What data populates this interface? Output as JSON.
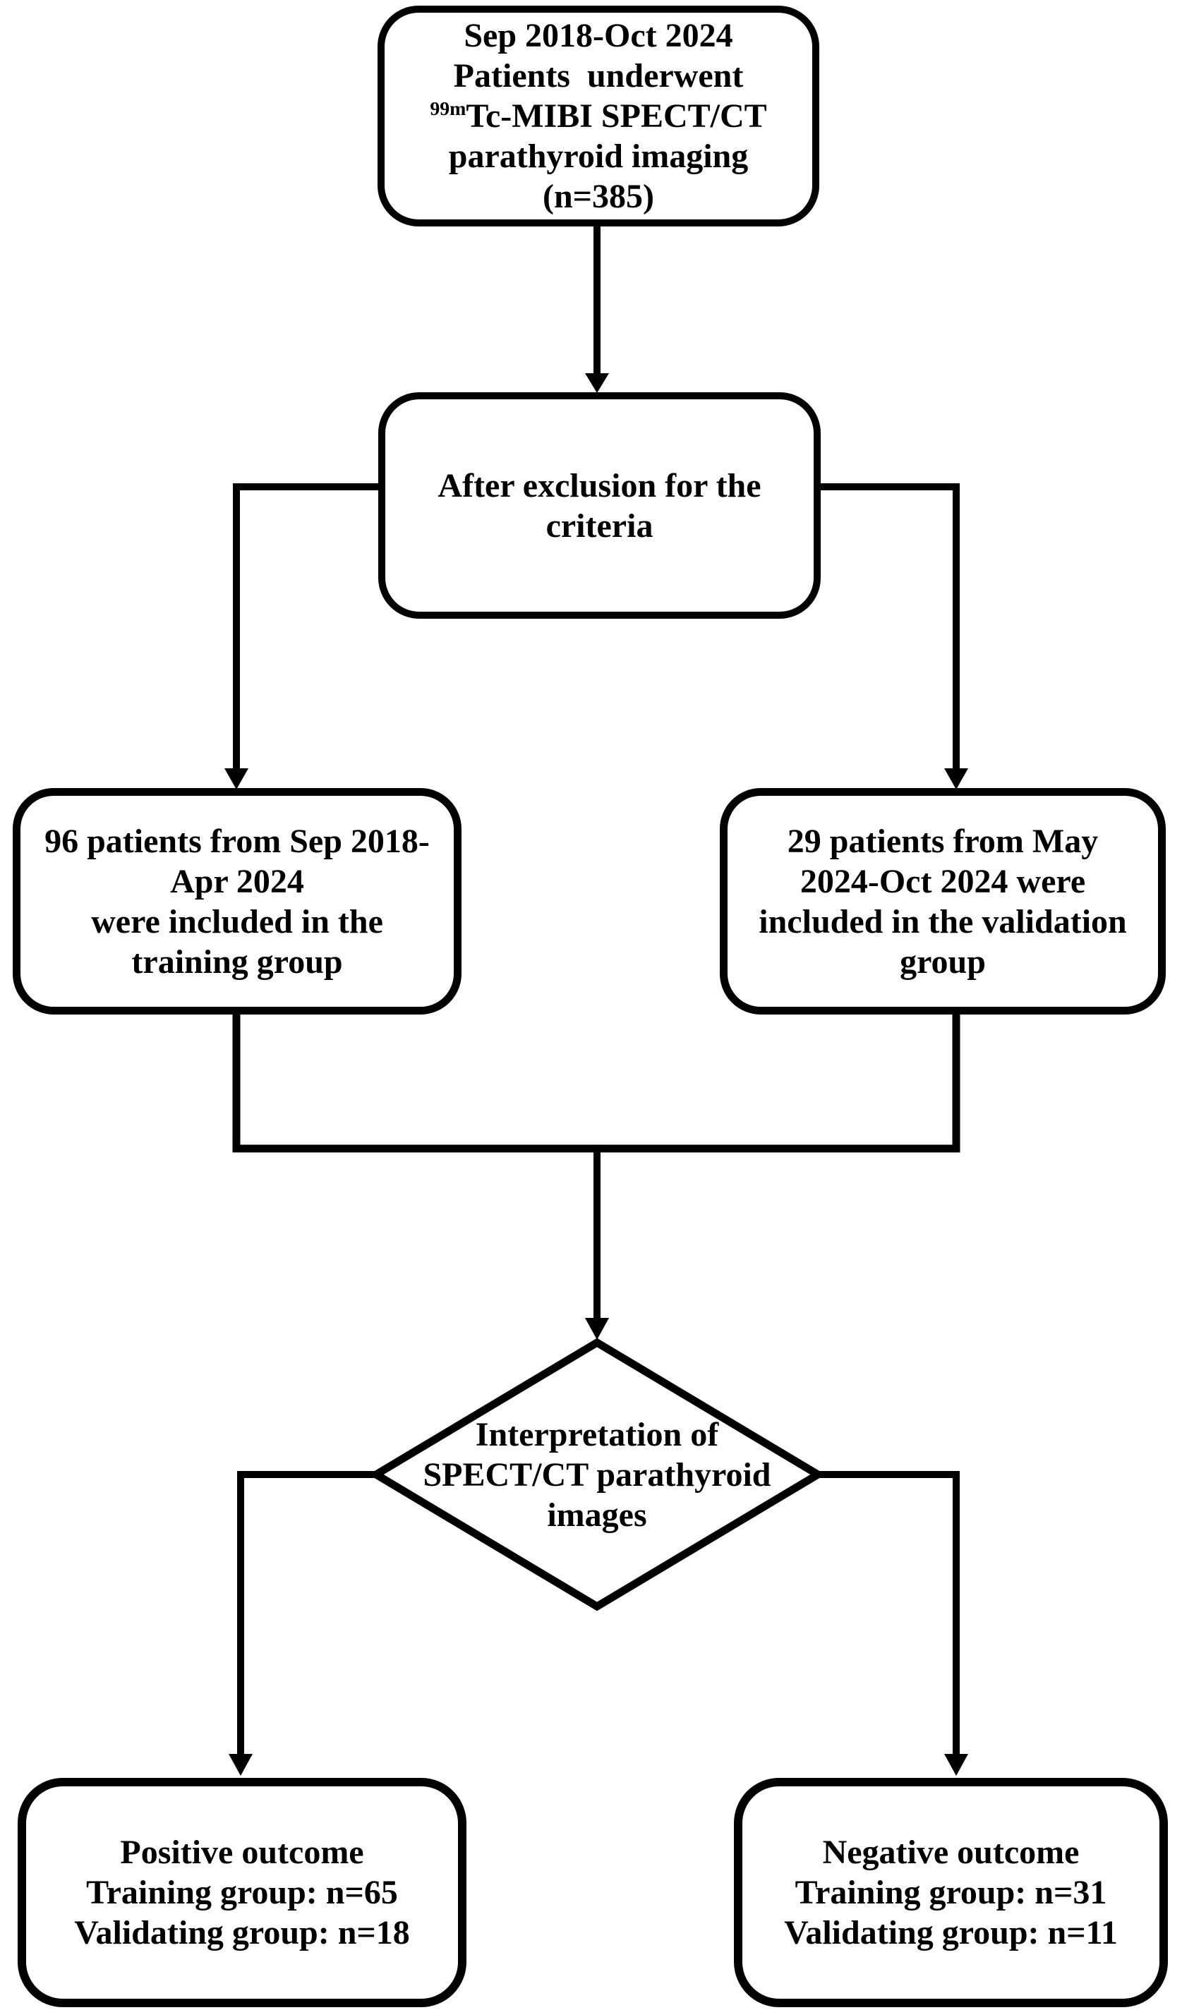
{
  "canvas": {
    "background": "#ffffff",
    "line_color": "#000000",
    "text_color": "#000000"
  },
  "nodes": {
    "start": {
      "shape": "rounded-rect",
      "line1": "Sep 2018-Oct 2024",
      "line2": "Patients  underwent",
      "isotope_sup": "99m",
      "isotope_rest": "Tc-MIBI SPECT/CT",
      "line4": "parathyroid imaging",
      "line5": "(n=385)"
    },
    "exclusion": {
      "shape": "rounded-rect",
      "line1": "After exclusion for the",
      "line2": "criteria"
    },
    "training": {
      "shape": "rounded-rect",
      "line1": "96 patients from Sep 2018-",
      "line2": "Apr 2024",
      "line3": "were included in the",
      "line4": "training group"
    },
    "validation": {
      "shape": "rounded-rect",
      "line1": "29 patients from May",
      "line2": "2024-Oct 2024 were",
      "line3": "included in the validation",
      "line4": "group"
    },
    "decision": {
      "shape": "diamond",
      "line1": "Interpretation of",
      "line2": "SPECT/CT parathyroid",
      "line3": "images"
    },
    "positive": {
      "shape": "rounded-rect",
      "line1": "Positive outcome",
      "line2": "Training group: n=65",
      "line3": "Validating group: n=18"
    },
    "negative": {
      "shape": "rounded-rect",
      "line1": "Negative outcome",
      "line2": "Training group: n=31",
      "line3": "Validating group: n=11"
    }
  },
  "edges": [
    {
      "from": "start",
      "to": "exclusion"
    },
    {
      "from": "exclusion",
      "to": "training"
    },
    {
      "from": "exclusion",
      "to": "validation"
    },
    {
      "from": "training",
      "to": "decision"
    },
    {
      "from": "validation",
      "to": "decision"
    },
    {
      "from": "decision",
      "to": "positive"
    },
    {
      "from": "decision",
      "to": "negative"
    }
  ]
}
